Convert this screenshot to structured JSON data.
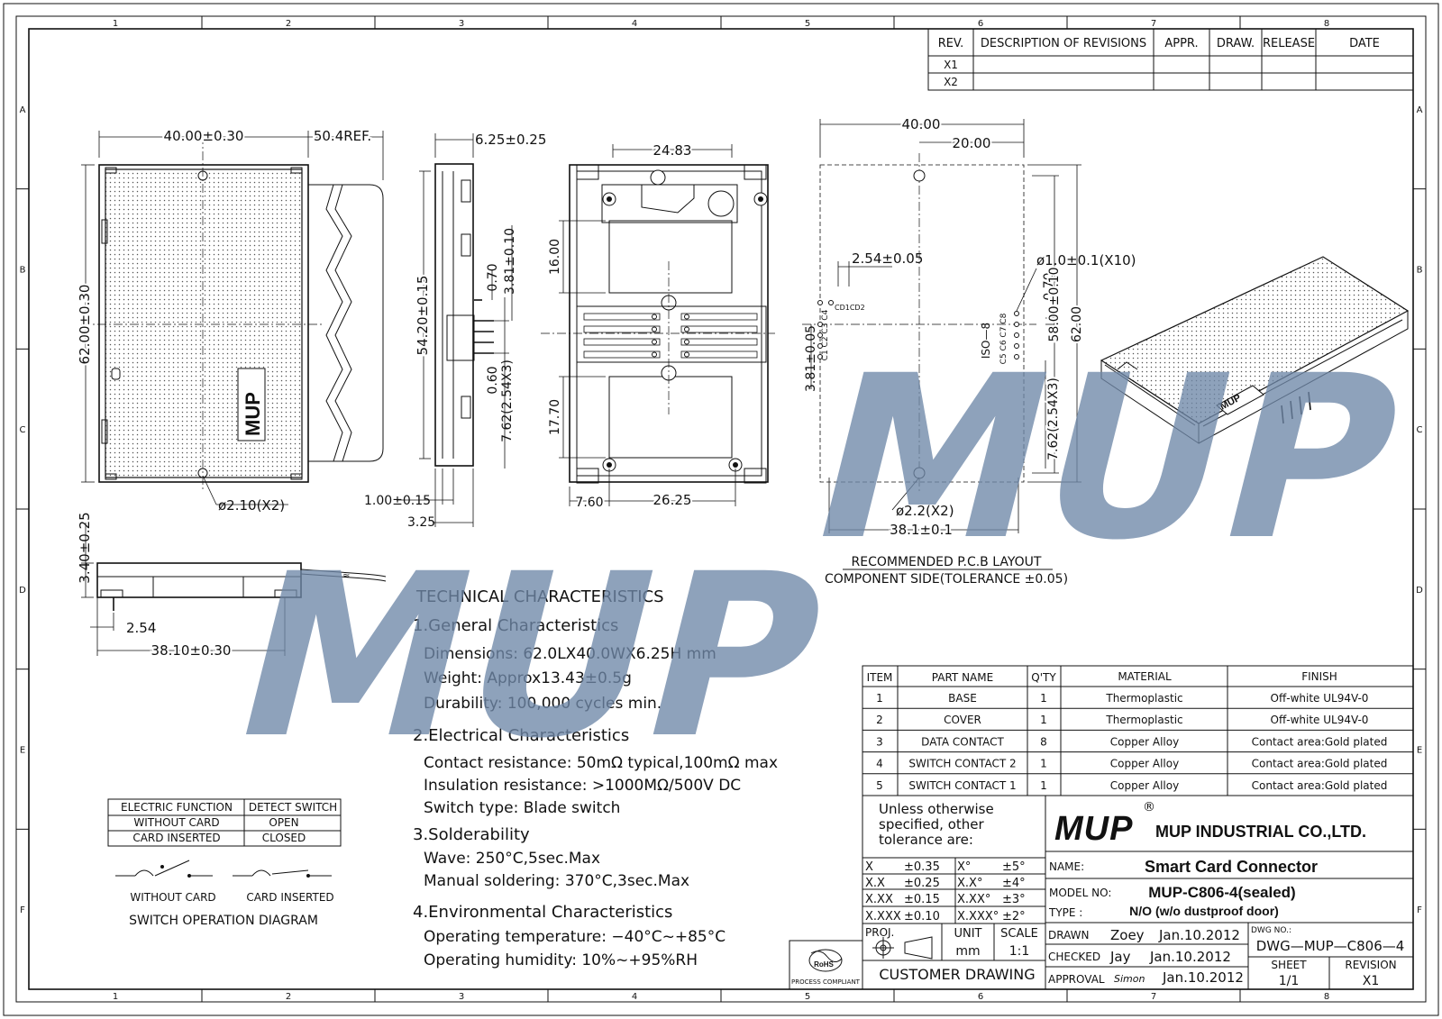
{
  "border": {
    "cols": [
      "1",
      "2",
      "3",
      "4",
      "5",
      "6",
      "7",
      "8"
    ],
    "rows": [
      "A",
      "B",
      "C",
      "D",
      "E",
      "F"
    ]
  },
  "revisions": {
    "headers": [
      "REV.",
      "DESCRIPTION OF REVISIONS",
      "APPR.",
      "DRAW.",
      "RELEASE",
      "DATE"
    ],
    "rows": [
      [
        "X1",
        "",
        "",
        "",
        "",
        ""
      ],
      [
        "X2",
        "",
        "",
        "",
        "",
        ""
      ]
    ]
  },
  "watermark": "MUP",
  "dims": {
    "front_width": "40.00±0.30",
    "ref": "50.4REF.",
    "front_height": "62.00±0.30",
    "hole_front": "ø2.10(X2)",
    "side_thick": "6.25±0.25",
    "side_height": "54.20±0.15",
    "side_base": "1.00±0.15",
    "side_foot": "3.25",
    "pin_pitch": "7.62(2.54X3)",
    "pin_a": "0.70",
    "pin_b": "3.81±0.10",
    "pin_c": "0.60",
    "top_w": "24.83",
    "top_h1": "16.00",
    "top_h2": "17.70",
    "top_b1": "7.60",
    "top_b2": "26.25",
    "bot_h": "3.40±0.25",
    "bot_pitch": "2.54",
    "bot_w": "38.10±0.30",
    "pcb_w": "40.00",
    "pcb_half": "20.00",
    "pcb_pitch_top": "2.54±0.05",
    "pcb_holes": "ø1.0±0.1(X10)",
    "pcb_iso": "ISO—8",
    "pcb_070": "0.70",
    "pcb_381": "3.81±0.05",
    "pcb_58": "58.00±0.10",
    "pcb_62": "62.00",
    "pcb_762": "7.62(2.54X3)",
    "pcb_hole2": "ø2.2(X2)",
    "pcb_381b": "38.1±0.1",
    "pads_l1": "C1 C2 C3 C4",
    "pads_l2": "CD1CD2",
    "pads_r": "C5 C6 C7 C8"
  },
  "pcb_caption": [
    "RECOMMENDED P.C.B LAYOUT",
    "COMPONENT SIDE(TOLERANCE ±0.05)"
  ],
  "logo_mark": "MUP",
  "tech": {
    "title": "TECHNICAL CHARACTERISTICS",
    "s1": "1.General Characteristics",
    "s1_items": [
      "Dimensions: 62.0LX40.0WX6.25H mm",
      "Weight: Approx13.43±0.5g",
      "Durability: 100,000 cycles min."
    ],
    "s2": "2.Electrical Characteristics",
    "s2_items": [
      "Contact resistance: 50mΩ typical,100mΩ max",
      "Insulation resistance: >1000MΩ/500V DC",
      "Switch type: Blade switch"
    ],
    "s3": "3.Solderability",
    "s3_items": [
      "Wave: 250°C,5sec.Max",
      "Manual soldering: 370°C,3sec.Max"
    ],
    "s4": "4.Environmental Characteristics",
    "s4_items": [
      "Operating temperature: −40°C~+85°C",
      "Operating humidity: 10%~+95%RH"
    ]
  },
  "switch_table": {
    "headers": [
      "ELECTRIC FUNCTION",
      "DETECT SWITCH"
    ],
    "rows": [
      [
        "WITHOUT CARD",
        "OPEN"
      ],
      [
        "CARD INSERTED",
        "CLOSED"
      ]
    ],
    "lbl_without": "WITHOUT CARD",
    "lbl_inserted": "CARD INSERTED",
    "caption": "SWITCH OPERATION DIAGRAM"
  },
  "bom": {
    "headers": [
      "ITEM",
      "PART NAME",
      "Q'TY",
      "MATERIAL",
      "FINISH"
    ],
    "rows": [
      [
        "1",
        "BASE",
        "1",
        "Thermoplastic",
        "Off-white UL94V-0"
      ],
      [
        "2",
        "COVER",
        "1",
        "Thermoplastic",
        "Off-white UL94V-0"
      ],
      [
        "3",
        "DATA CONTACT",
        "8",
        "Copper Alloy",
        "Contact area:Gold plated"
      ],
      [
        "4",
        "SWITCH CONTACT 2",
        "1",
        "Copper Alloy",
        "Contact area:Gold plated"
      ],
      [
        "5",
        "SWITCH CONTACT 1",
        "1",
        "Copper Alloy",
        "Contact area:Gold plated"
      ]
    ]
  },
  "title_block": {
    "tol_note": [
      "Unless otherwise",
      "specified, other",
      "tolerance are:"
    ],
    "tol": [
      [
        "X",
        "±0.35",
        "X°",
        "±5°"
      ],
      [
        "X.X",
        "±0.25",
        "X.X°",
        "±4°"
      ],
      [
        "X.XX",
        "±0.15",
        "X.XX°",
        "±3°"
      ],
      [
        "X.XXX",
        "±0.10",
        "X.XXX°",
        "±2°"
      ]
    ],
    "proj": "PROJ.",
    "unit_lbl": "UNIT",
    "unit": "mm",
    "scale_lbl": "SCALE",
    "scale": "1:1",
    "rohs": "RoHS",
    "rohs_sub": "PROCESS COMPLIANT",
    "customer": "CUSTOMER  DRAWING",
    "company": "MUP INDUSTRIAL CO.,LTD.",
    "reg": "®",
    "name_lbl": "NAME:",
    "name": "Smart Card Connector",
    "model_lbl": "MODEL NO:",
    "model": "MUP-C806-4(sealed)",
    "type_lbl": "TYPE :",
    "type": "N/O (w/o dustproof door)",
    "drawn_lbl": "DRAWN",
    "drawn_by": "Zoey",
    "drawn_date": "Jan.10.2012",
    "checked_lbl": "CHECKED",
    "checked_by": "Jay",
    "checked_date": "Jan.10.2012",
    "approval_lbl": "APPROVAL",
    "approval_by": "Simon",
    "approval_date": "Jan.10.2012",
    "dwg_lbl": "DWG NO.:",
    "dwg": "DWG—MUP—C806—4",
    "sheet_lbl": "SHEET",
    "sheet": "1/1",
    "rev_lbl": "REVISION",
    "rev": "X1"
  }
}
